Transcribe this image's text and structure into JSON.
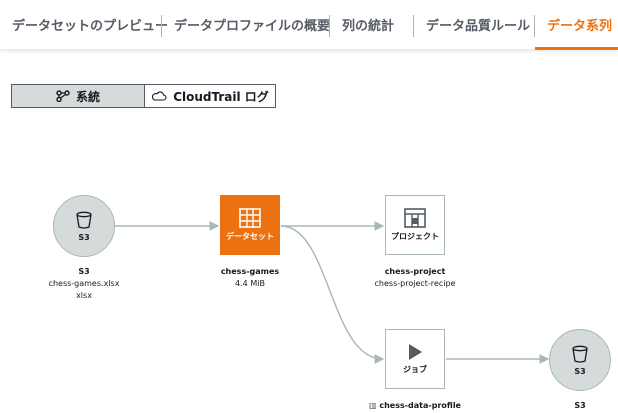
{
  "tabs": [
    {
      "label": "データセットのプレビュー"
    },
    {
      "label": "データプロファイルの概要"
    },
    {
      "label": "列の統計"
    },
    {
      "label": "データ品質ルール"
    },
    {
      "label": "データ系列"
    }
  ],
  "view_toggle": {
    "lineage_label": "系統",
    "cloudtrail_label": "CloudTrail ログ"
  },
  "nodes": {
    "s3_source": {
      "icon_label": "S3",
      "title": "S3",
      "line1": "chess-games.xlsx",
      "line2": "xlsx"
    },
    "dataset": {
      "icon_label": "データセット",
      "title": "chess-games",
      "line1": "4.4 MiB"
    },
    "project": {
      "icon_label": "プロジェクト",
      "title": "chess-project",
      "line1": "chess-project-recipe"
    },
    "job": {
      "icon_label": "ジョブ",
      "title": "chess-data-profile"
    },
    "s3_target": {
      "icon_label": "S3",
      "title": "S3"
    }
  },
  "colors": {
    "accent": "#ec7211",
    "edge": "#aab7b8",
    "node_gray": "#d5dbdb"
  }
}
